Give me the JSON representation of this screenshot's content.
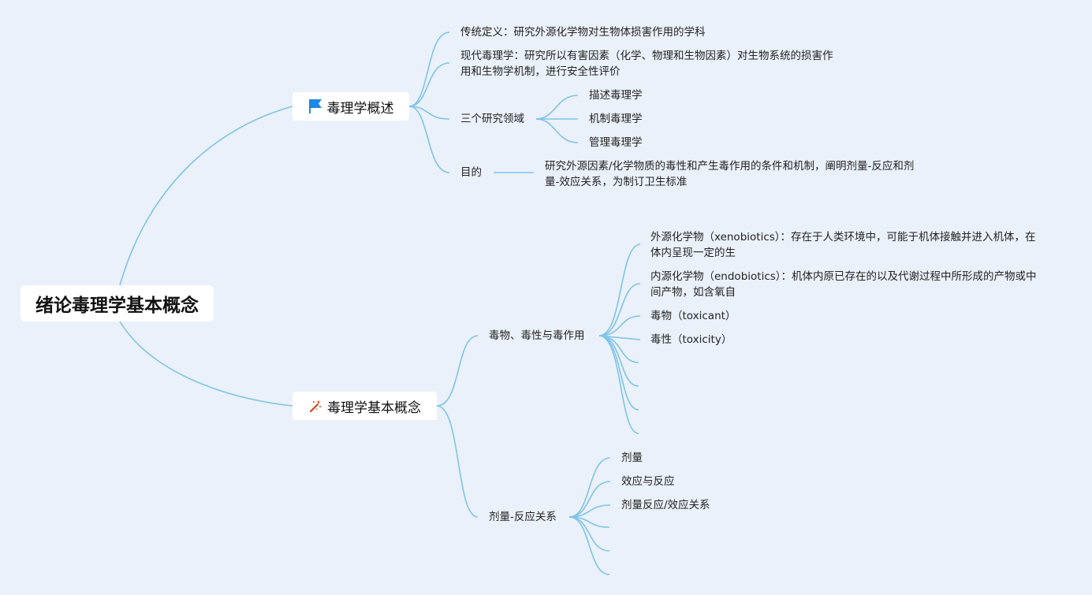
{
  "root": {
    "title": "绪论毒理学基本概念"
  },
  "branch1": {
    "title": "毒理学概述",
    "icon": "flag-icon",
    "icon_color": "#1e88e5",
    "traditional": "传统定义：研究外源化学物对生物体损害作用的学科",
    "modern_line1": "现代毒理学：研究所以有害因素（化学、物理和生物因素）对生物系统的损害作",
    "modern_line2": "用和生物学机制，进行安全性评价",
    "fields": {
      "label": "三个研究领域",
      "items": [
        "描述毒理学",
        "机制毒理学",
        "管理毒理学"
      ]
    },
    "purpose": {
      "label": "目的",
      "line1": "研究外源因素/化学物质的毒性和产生毒作用的条件和机制，阐明剂量-反应和剂",
      "line2": "量-效应关系，为制订卫生标准"
    }
  },
  "branch2": {
    "title": "毒理学基本概念",
    "icon": "magic-wand-icon",
    "icon_color": "#d84315",
    "toxic": {
      "label": "毒物、毒性与毒作用",
      "xeno_line1": "外源化学物（xenobiotics）：存在于人类环境中，可能于机体接触并进入机体，在",
      "xeno_line2": "体内呈现一定的生",
      "endo_line1": "内源化学物（endobiotics）：机体内原已存在的以及代谢过程中所形成的产物或中",
      "endo_line2": "间产物，如含氧自",
      "toxicant": "毒物（toxicant）",
      "toxicity": "毒性（toxicity）"
    },
    "dose": {
      "label": "剂量-反应关系",
      "items": [
        "剂量",
        "效应与反应",
        "剂量反应/效应关系"
      ]
    }
  },
  "colors": {
    "background": "#eaf1fa",
    "edge": "#7fc4e6"
  }
}
